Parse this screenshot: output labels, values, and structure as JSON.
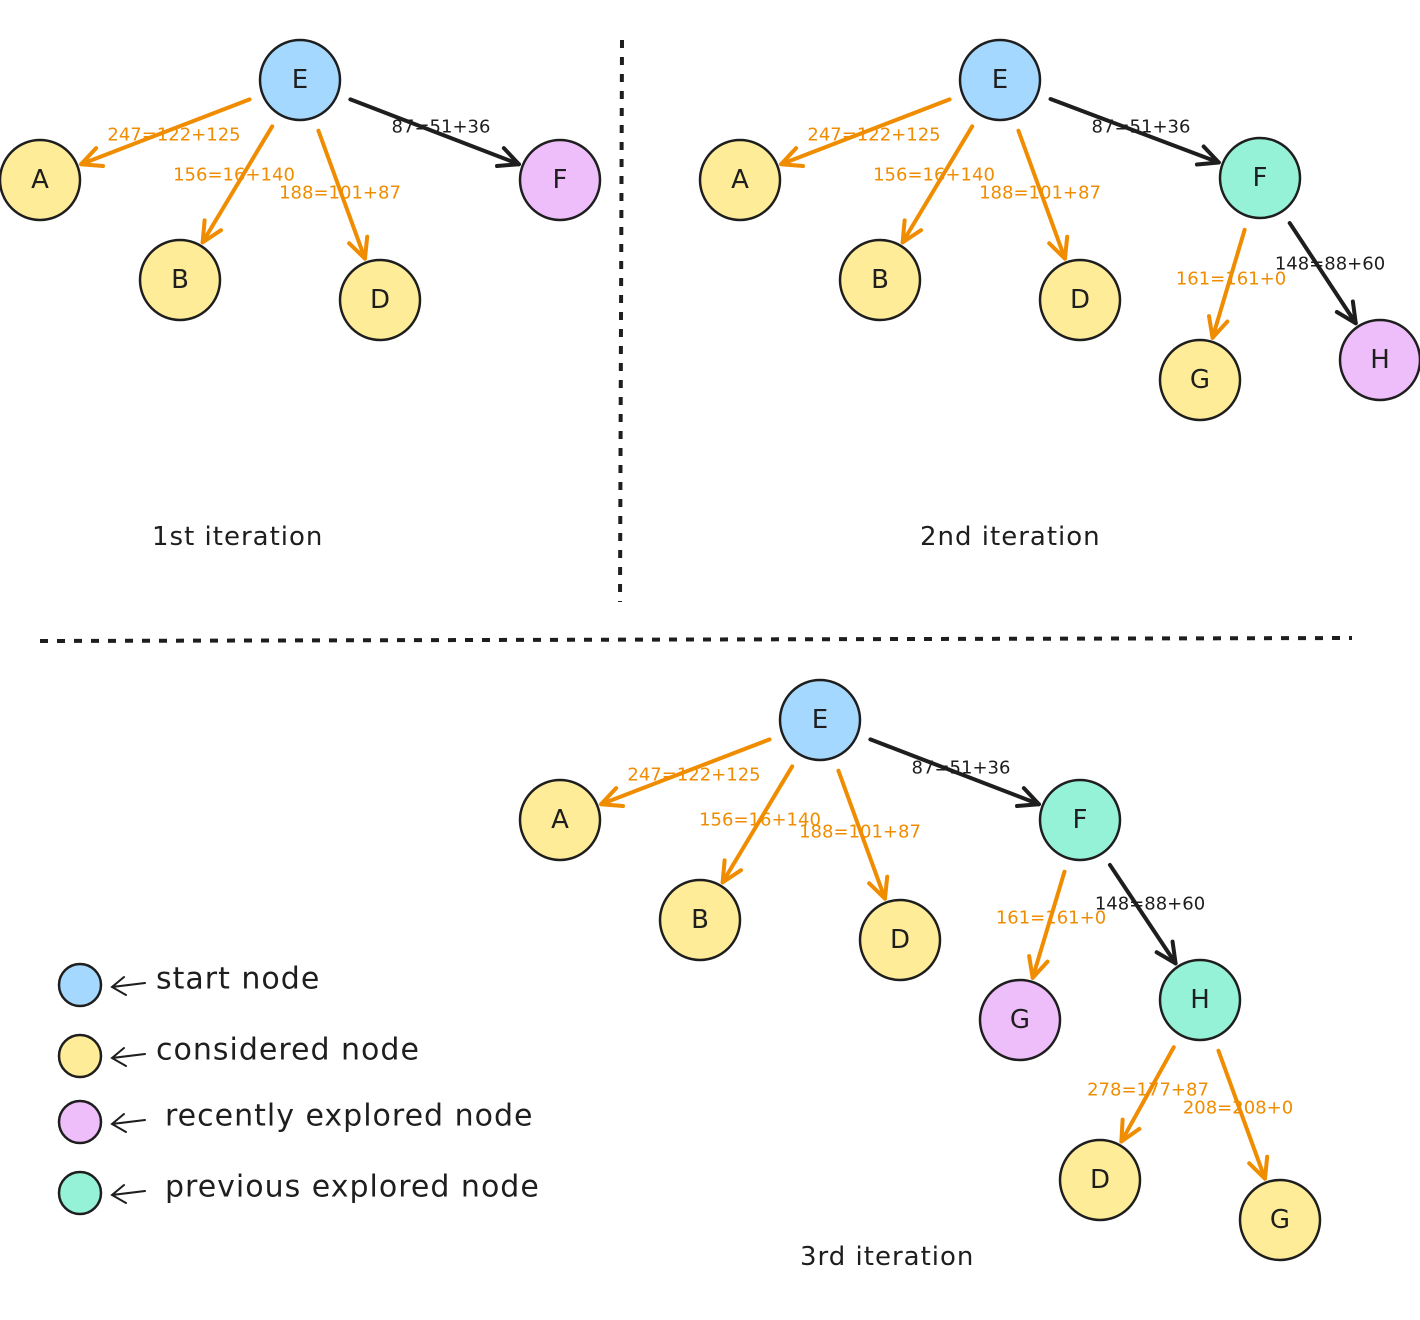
{
  "colors": {
    "start": "#a5d8ff",
    "considered": "#ffec99",
    "recently_explored": "#eebefa",
    "previous_explored": "#96f2d7",
    "orange_edge": "#f08c00",
    "black_edge": "#1e1e1e"
  },
  "legend": [
    {
      "label": "start node",
      "status": "start"
    },
    {
      "label": "considered node",
      "status": "considered"
    },
    {
      "label": "recently explored node",
      "status": "recently_explored"
    },
    {
      "label": "previous explored node",
      "status": "previous_explored"
    }
  ],
  "iterations": [
    {
      "caption": "1st iteration",
      "nodes": [
        {
          "id": "E",
          "label": "E",
          "status": "start"
        },
        {
          "id": "A",
          "label": "A",
          "status": "considered"
        },
        {
          "id": "B",
          "label": "B",
          "status": "considered"
        },
        {
          "id": "D",
          "label": "D",
          "status": "considered"
        },
        {
          "id": "F",
          "label": "F",
          "status": "recently_explored"
        }
      ],
      "edges": [
        {
          "from": "E",
          "to": "A",
          "label": "247=122+125",
          "style": "orange"
        },
        {
          "from": "E",
          "to": "B",
          "label": "156=16+140",
          "style": "orange"
        },
        {
          "from": "E",
          "to": "D",
          "label": "188=101+87",
          "style": "orange"
        },
        {
          "from": "E",
          "to": "F",
          "label": "87=51+36",
          "style": "black"
        }
      ]
    },
    {
      "caption": "2nd iteration",
      "nodes": [
        {
          "id": "E",
          "label": "E",
          "status": "start"
        },
        {
          "id": "A",
          "label": "A",
          "status": "considered"
        },
        {
          "id": "B",
          "label": "B",
          "status": "considered"
        },
        {
          "id": "D",
          "label": "D",
          "status": "considered"
        },
        {
          "id": "F",
          "label": "F",
          "status": "previous_explored"
        },
        {
          "id": "G",
          "label": "G",
          "status": "considered"
        },
        {
          "id": "H",
          "label": "H",
          "status": "recently_explored"
        }
      ],
      "edges": [
        {
          "from": "E",
          "to": "A",
          "label": "247=122+125",
          "style": "orange"
        },
        {
          "from": "E",
          "to": "B",
          "label": "156=16+140",
          "style": "orange"
        },
        {
          "from": "E",
          "to": "D",
          "label": "188=101+87",
          "style": "orange"
        },
        {
          "from": "E",
          "to": "F",
          "label": "87=51+36",
          "style": "black"
        },
        {
          "from": "F",
          "to": "G",
          "label": "161=161+0",
          "style": "orange"
        },
        {
          "from": "F",
          "to": "H",
          "label": "148=88+60",
          "style": "black"
        }
      ]
    },
    {
      "caption": "3rd iteration",
      "nodes": [
        {
          "id": "E",
          "label": "E",
          "status": "start"
        },
        {
          "id": "A",
          "label": "A",
          "status": "considered"
        },
        {
          "id": "B",
          "label": "B",
          "status": "considered"
        },
        {
          "id": "D",
          "label": "D",
          "status": "considered"
        },
        {
          "id": "F",
          "label": "F",
          "status": "previous_explored"
        },
        {
          "id": "G",
          "label": "G",
          "status": "recently_explored"
        },
        {
          "id": "H",
          "label": "H",
          "status": "previous_explored"
        },
        {
          "id": "D2",
          "label": "D",
          "status": "considered"
        },
        {
          "id": "G2",
          "label": "G",
          "status": "considered"
        }
      ],
      "edges": [
        {
          "from": "E",
          "to": "A",
          "label": "247=122+125",
          "style": "orange"
        },
        {
          "from": "E",
          "to": "B",
          "label": "156=16+140",
          "style": "orange"
        },
        {
          "from": "E",
          "to": "D",
          "label": "188=101+87",
          "style": "orange"
        },
        {
          "from": "E",
          "to": "F",
          "label": "87=51+36",
          "style": "black"
        },
        {
          "from": "F",
          "to": "G",
          "label": "161=161+0",
          "style": "orange"
        },
        {
          "from": "F",
          "to": "H",
          "label": "148=88+60",
          "style": "black"
        },
        {
          "from": "H",
          "to": "D2",
          "label": "278=177+87",
          "style": "orange"
        },
        {
          "from": "H",
          "to": "G2",
          "label": "208=208+0",
          "style": "orange"
        }
      ]
    }
  ]
}
